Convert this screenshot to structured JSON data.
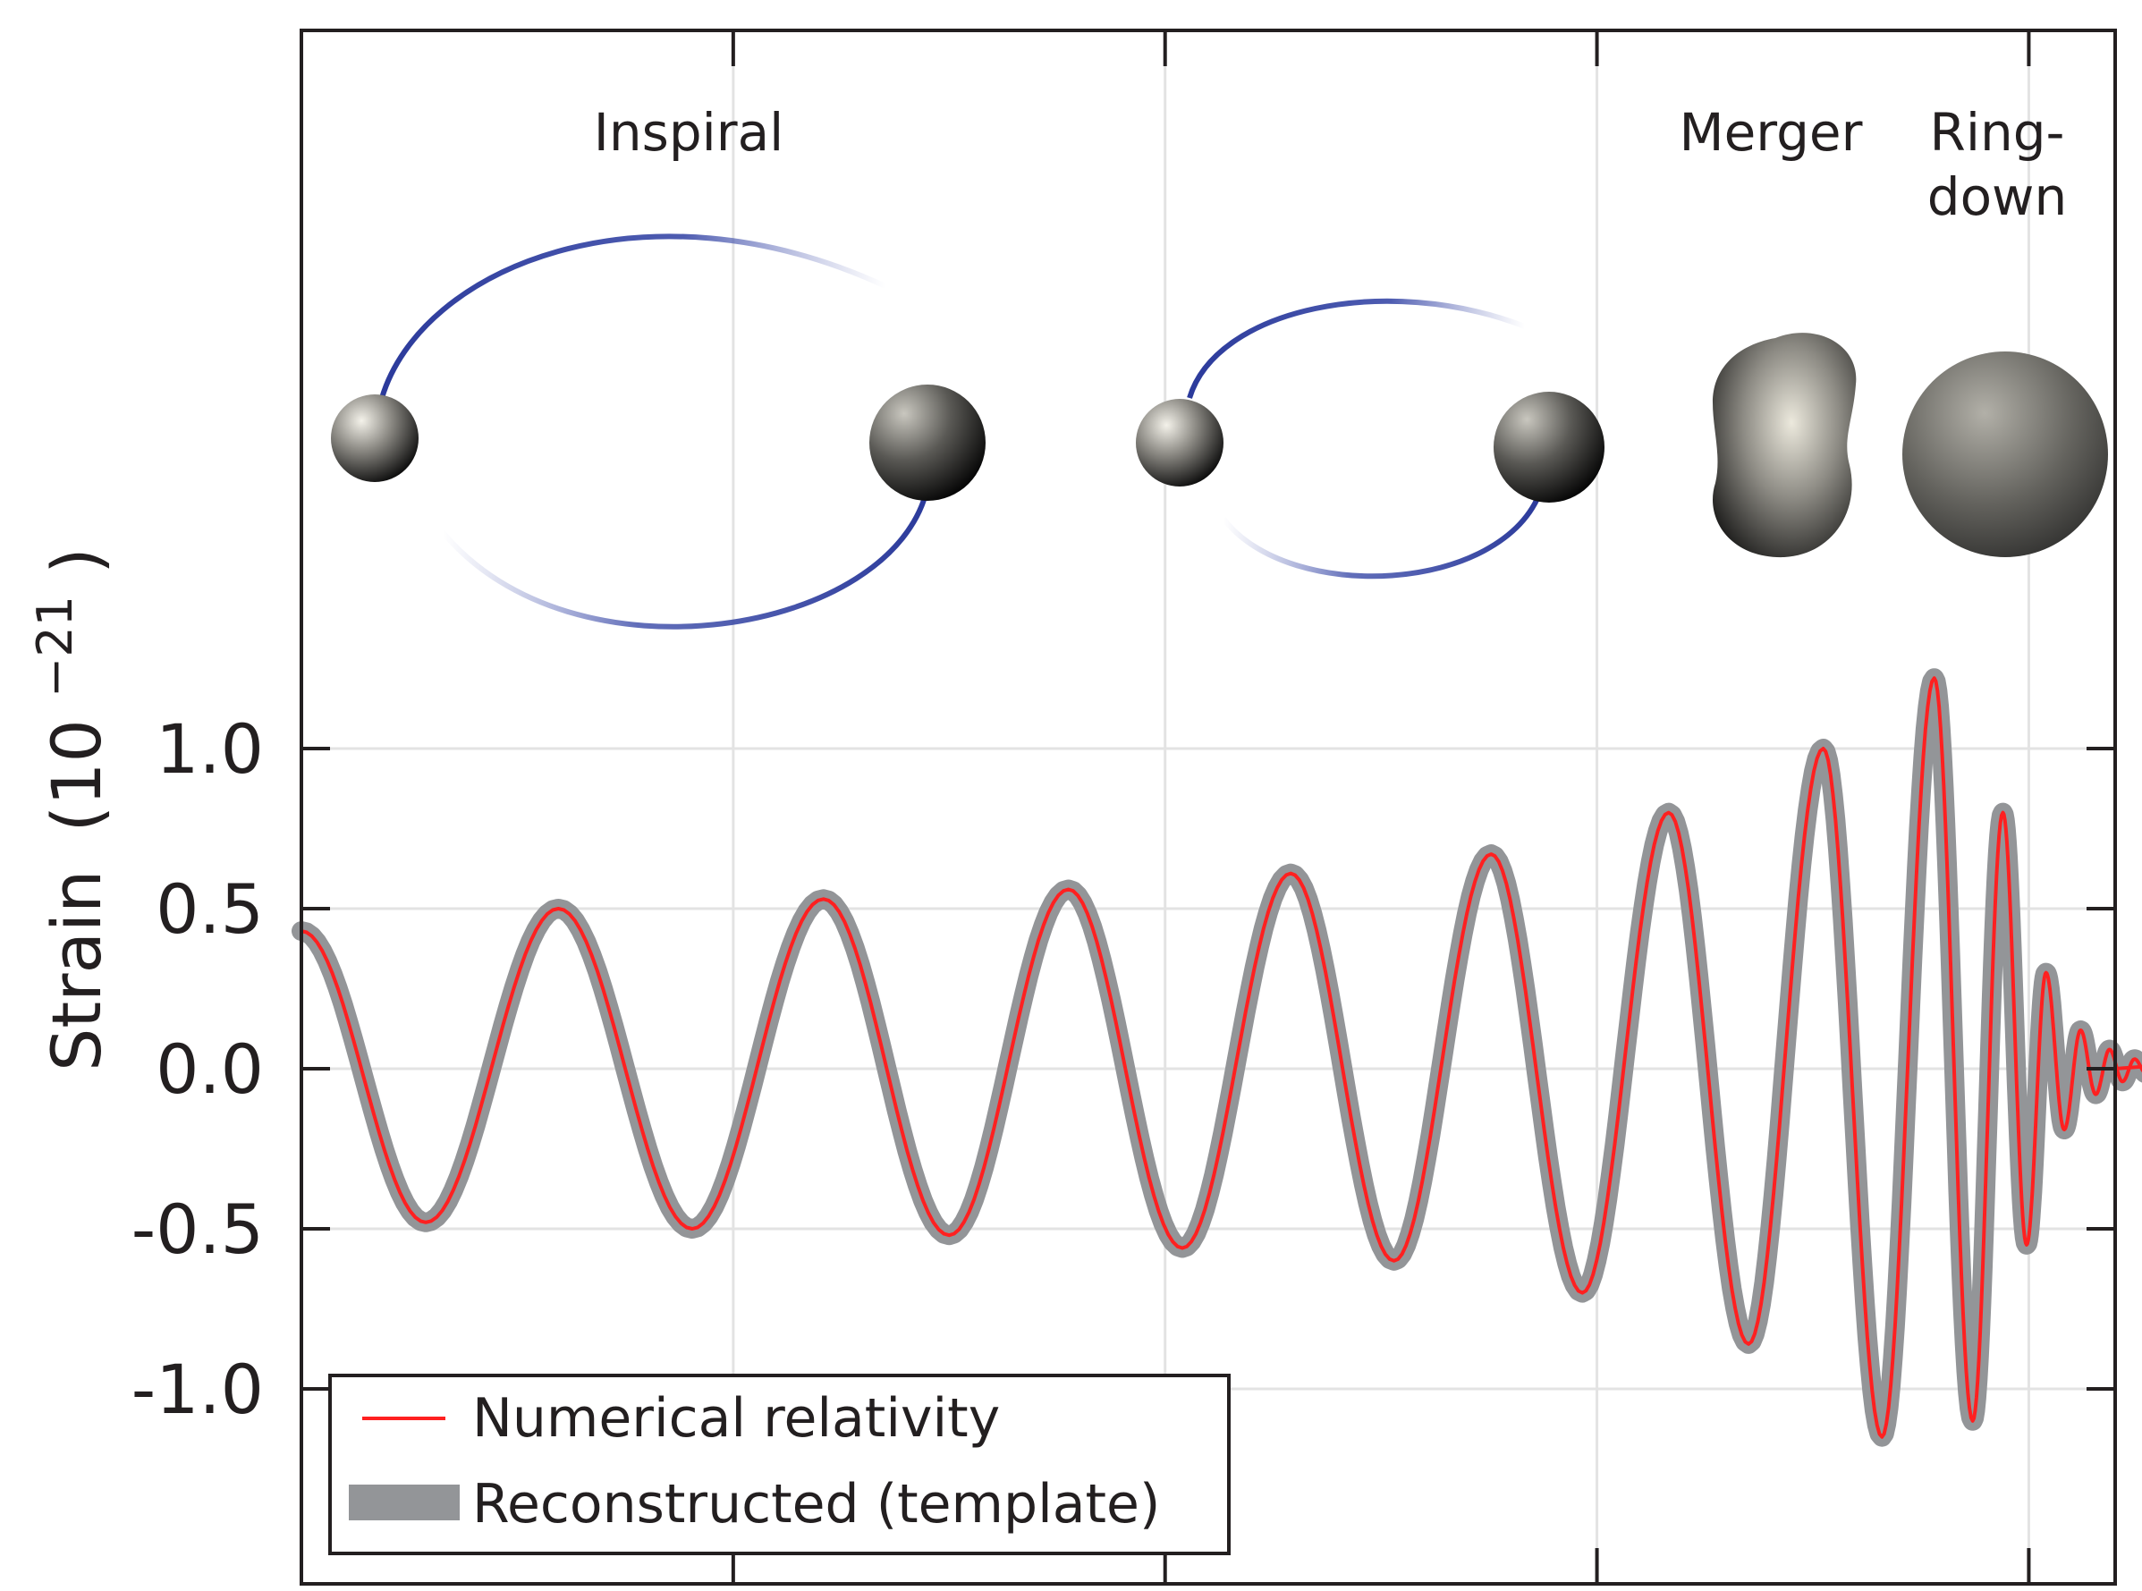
{
  "chart_data": {
    "type": "line",
    "ylabel": "Strain",
    "ylabel_exponent": "(10",
    "ylabel_power": "−21",
    "ylabel_close": ")",
    "ylim": [
      -1.55,
      3.3
    ],
    "ytick_labels": [
      "1.0",
      "0.5",
      "0.0",
      "-0.5",
      "-1.0"
    ],
    "yticks": [
      1.0,
      0.5,
      0.0,
      -0.5,
      -1.0
    ],
    "xticks": [
      0.1,
      0.2,
      0.3,
      0.4
    ],
    "xlim": [
      0,
      0.42
    ],
    "grid": true,
    "legend_position": "bottom-left",
    "phases": {
      "inspiral": "Inspiral",
      "merger": "Merger",
      "ringdown_line1": "Ring-",
      "ringdown_line2": "down"
    },
    "series": [
      {
        "name": "Numerical relativity",
        "color": "#ff2020",
        "peaks_x": [
          0,
          0.0595,
          0.1209,
          0.1776,
          0.2291,
          0.2755,
          0.3166,
          0.3524,
          0.3781,
          0.394,
          0.404,
          0.412,
          0.4187,
          0.4245,
          0.43
        ],
        "peaks_y": [
          0.43,
          -0.48,
          0.5,
          -0.5,
          0.53,
          -0.52,
          0.56,
          -0.56,
          0.61,
          -0.6,
          0.67,
          -0.7,
          0.8,
          -0.86,
          1.0,
          -1.15,
          1.22,
          -1.1,
          0.8,
          -0.55,
          0.3,
          -0.19,
          0.12,
          -0.08,
          0.06,
          -0.04,
          0.03,
          -0.015,
          0.01,
          0.0
        ]
      },
      {
        "name": "Reconstructed (template)",
        "color": "#939598"
      }
    ]
  }
}
